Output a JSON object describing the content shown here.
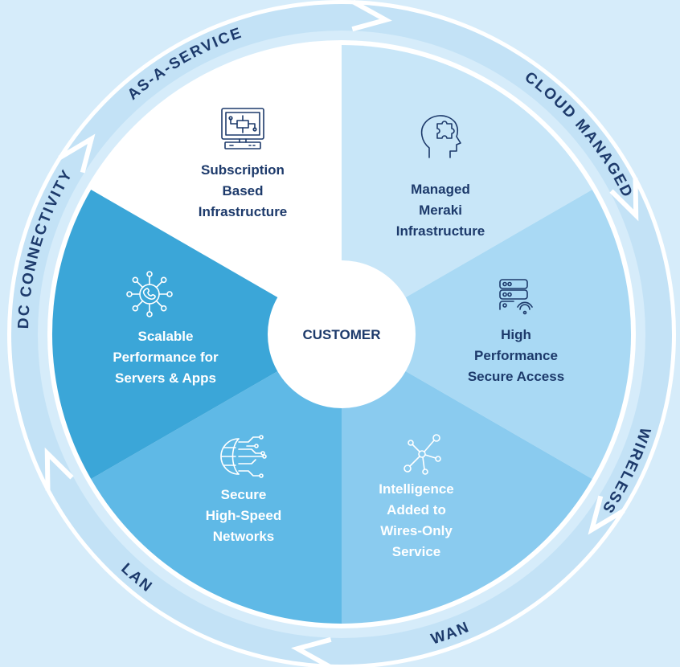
{
  "center": {
    "label": "CUSTOMER"
  },
  "ring_labels": [
    "AS-A-SERVICE",
    "CLOUD MANAGED",
    "WIRELESS",
    "WAN",
    "LAN",
    "DC CONNECTIVITY"
  ],
  "segments": [
    {
      "lines": [
        "Subscription",
        "Based",
        "Infrastructure"
      ],
      "icon": "monitor-circuit-icon"
    },
    {
      "lines": [
        "Managed",
        "Meraki",
        "Infrastructure"
      ],
      "icon": "head-puzzle-icon"
    },
    {
      "lines": [
        "High",
        "Performance",
        "Secure Access"
      ],
      "icon": "server-wifi-icon"
    },
    {
      "lines": [
        "Intelligence",
        "Added to",
        "Wires-Only",
        "Service"
      ],
      "icon": "network-nodes-icon"
    },
    {
      "lines": [
        "Secure",
        "High-Speed",
        "Networks"
      ],
      "icon": "globe-circuit-icon"
    },
    {
      "lines": [
        "Scalable",
        "Performance for",
        "Servers & Apps"
      ],
      "icon": "phone-network-icon"
    }
  ],
  "colors": {
    "background": "#d6ecfa",
    "ring_band": "#c3e2f6",
    "ring_outline": "#ffffff",
    "text_dark": "#1d3a6b",
    "segment_fills": [
      "#ffffff",
      "#c8e6f8",
      "#a9d9f4",
      "#8acbef",
      "#5fb9e6",
      "#3ba6d8"
    ]
  }
}
